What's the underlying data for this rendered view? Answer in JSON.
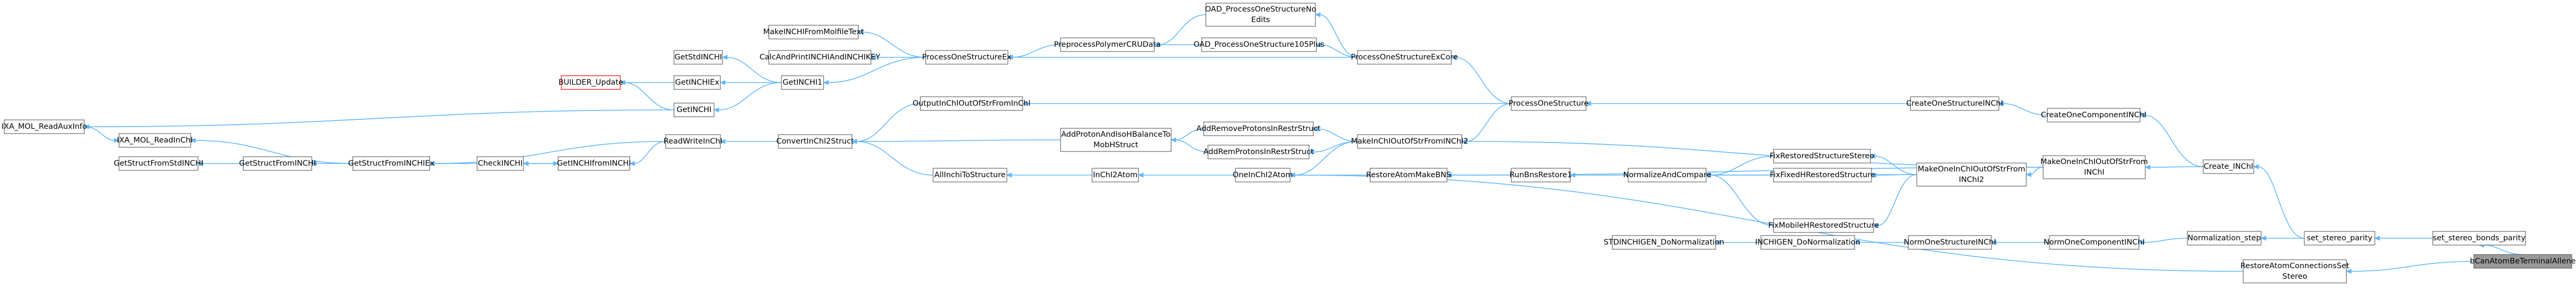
{
  "diagram": {
    "type": "call-graph",
    "colors": {
      "edge": "#63b8ff",
      "node_border": "#666666",
      "node_fill": "#ffffff",
      "root_fill": "#999999",
      "highlight_border": "#ff0000"
    },
    "nodes": [
      {
        "id": "IXA_MOL_ReadAuxInfo",
        "label": "IXA_MOL_ReadAuxInfo"
      },
      {
        "id": "IXA_MOL_ReadInChI",
        "label": "IXA_MOL_ReadInChI"
      },
      {
        "id": "GetStructFromStdINCHI",
        "label": "GetStructFromStdINCHI"
      },
      {
        "id": "GetStructFromINCHI",
        "label": "GetStructFromINCHI"
      },
      {
        "id": "GetStructFromINCHIEx",
        "label": "GetStructFromINCHIEx"
      },
      {
        "id": "CheckINCHI",
        "label": "CheckINCHI"
      },
      {
        "id": "GetINCHIfromINCHI",
        "label": "GetINCHIfromINCHI"
      },
      {
        "id": "BUILDER_Update",
        "label": "BUILDER_Update"
      },
      {
        "id": "GetStdINCHI",
        "label": "GetStdINCHI"
      },
      {
        "id": "GetINCHIEx",
        "label": "GetINCHIEx"
      },
      {
        "id": "GetINCHI",
        "label": "GetINCHI"
      },
      {
        "id": "ReadWriteInChI",
        "label": "ReadWriteInChI"
      },
      {
        "id": "MakeINCHIFromMolfileText",
        "label": "MakeINCHIFromMolfileText"
      },
      {
        "id": "CalcAndPrintINCHIAndINCHIKEY",
        "label": "CalcAndPrintINCHIAndINCHIKEY"
      },
      {
        "id": "GetINCHI1",
        "label": "GetINCHI1"
      },
      {
        "id": "ProcessOneStructureEx",
        "label": "ProcessOneStructureEx"
      },
      {
        "id": "ConvertInChI2Struct",
        "label": "ConvertInChI2Struct"
      },
      {
        "id": "OutputInChIOutOfStrFromInChI",
        "label": "OutputInChIOutOfStrFromInChI"
      },
      {
        "id": "AllInchiToStructure",
        "label": "AllInchiToStructure"
      },
      {
        "id": "AddProtonAndIsoHBalanceToMobHStruct",
        "label": "AddProtonAndIsoHBalanceTo MobHStruct"
      },
      {
        "id": "InChI2Atom",
        "label": "InChI2Atom"
      },
      {
        "id": "PreprocessPolymerCRUData",
        "label": "PreprocessPolymerCRUData"
      },
      {
        "id": "OAD_ProcessOneStructureNoEdits",
        "label": "OAD_ProcessOneStructureNo Edits"
      },
      {
        "id": "OAD_ProcessOneStructure105Plus",
        "label": "OAD_ProcessOneStructure105Plus"
      },
      {
        "id": "AddRemoveProtonsInRestrStruct",
        "label": "AddRemoveProtonsInRestrStruct"
      },
      {
        "id": "AddRemProtonsInRestrStruct",
        "label": "AddRemProtonsInRestrStruct"
      },
      {
        "id": "OneInChI2Atom",
        "label": "OneInChI2Atom"
      },
      {
        "id": "ProcessOneStructureExCore",
        "label": "ProcessOneStructureExCore"
      },
      {
        "id": "MakeInChIOutOfStrFromINChI2",
        "label": "MakeInChIOutOfStrFromINChI2"
      },
      {
        "id": "RestoreAtomMakeBNS",
        "label": "RestoreAtomMakeBNS"
      },
      {
        "id": "ProcessOneStructure",
        "label": "ProcessOneStructure"
      },
      {
        "id": "RunBnsRestore1",
        "label": "RunBnsRestore1"
      },
      {
        "id": "NormalizeAndCompare",
        "label": "NormalizeAndCompare"
      },
      {
        "id": "FixRestoredStructureStereo",
        "label": "FixRestoredStructureStereo"
      },
      {
        "id": "FixFixedHRestoredStructure",
        "label": "FixFixedHRestoredStructure"
      },
      {
        "id": "FixMobileHRestoredStructure",
        "label": "FixMobileHRestoredStructure"
      },
      {
        "id": "MakeOneInChIOutOfStrFromINChI2",
        "label": "MakeOneInChIOutOfStrFrom INChI2"
      },
      {
        "id": "STDINCHIGEN_DoNormalization",
        "label": "STDINCHIGEN_DoNormalization"
      },
      {
        "id": "INCHIGEN_DoNormalization",
        "label": "INCHIGEN_DoNormalization"
      },
      {
        "id": "NormOneStructureINChI",
        "label": "NormOneStructureINChI"
      },
      {
        "id": "CreateOneStructureINChI",
        "label": "CreateOneStructureINChI"
      },
      {
        "id": "CreateOneComponentINChI",
        "label": "CreateOneComponentINChI"
      },
      {
        "id": "MakeOneInChIOutOfStrFromINChI",
        "label": "MakeOneInChIOutOfStrFrom INChI"
      },
      {
        "id": "Create_INChI",
        "label": "Create_INChI"
      },
      {
        "id": "NormOneComponentINChI",
        "label": "NormOneComponentINChI"
      },
      {
        "id": "Normalization_step",
        "label": "Normalization_step"
      },
      {
        "id": "set_stereo_parity",
        "label": "set_stereo_parity"
      },
      {
        "id": "RestoreAtomConnectionsSetStereo",
        "label": "RestoreAtomConnectionsSet Stereo"
      },
      {
        "id": "set_stereo_bonds_parity",
        "label": "set_stereo_bonds_parity"
      },
      {
        "id": "bCanAtomBeTerminalAllene",
        "label": "bCanAtomBeTerminalAllene"
      }
    ]
  }
}
